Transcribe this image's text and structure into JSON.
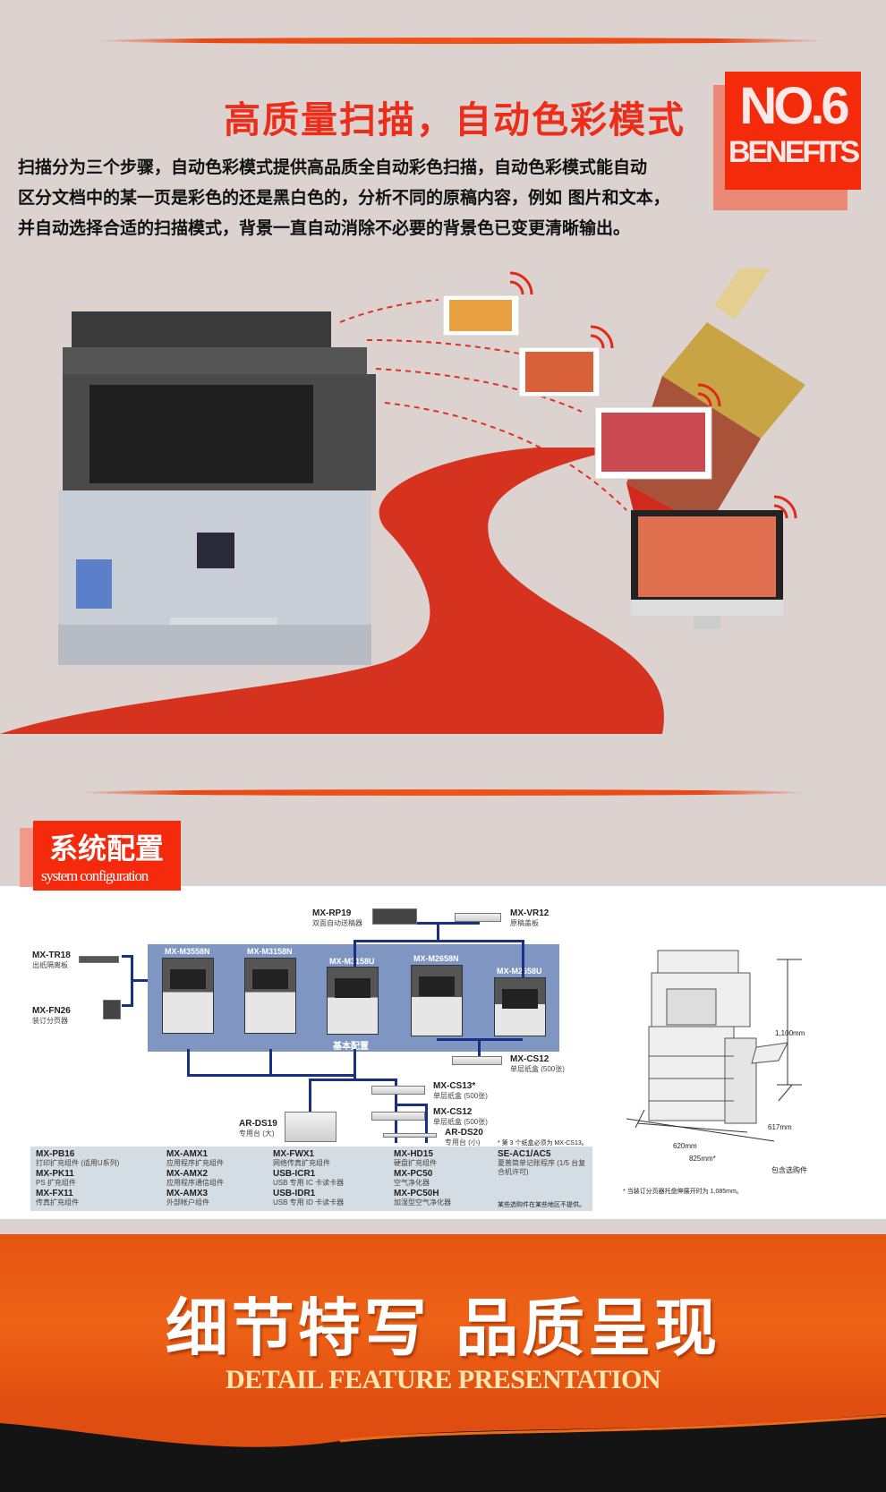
{
  "benefit": {
    "title": "高质量扫描，自动色彩模式",
    "badge_number": "NO.6",
    "badge_label": "BENEFITS",
    "description": [
      "扫描分为三个步骤，自动色彩模式提供高品质全自动彩色扫描，自动色彩模式能自动",
      "区分文档中的某一页是彩色的还是黑白色的，分析不同的原稿内容，例如 图片和文本，",
      "并自动选择合适的扫描模式，背景一直自动消除不必要的背景色已变更清晰输出。"
    ]
  },
  "config": {
    "title": "系统配置",
    "subtitle": "system configuration",
    "top_options": [
      {
        "model": "MX-RP19",
        "desc": "双面自动送稿器"
      },
      {
        "model": "MX-VR12",
        "desc": "原稿盖板"
      }
    ],
    "left_options": [
      {
        "model": "MX-TR18",
        "desc": "出纸隔离板"
      },
      {
        "model": "MX-FN26",
        "desc": "装订分页器"
      }
    ],
    "models": [
      "MX-M3558N",
      "MX-M3158N",
      "MX-M3158U",
      "MX-M2658N",
      "MX-M2658U"
    ],
    "panel_label": "基本配置",
    "bottom_options": [
      {
        "model": "MX-CS12",
        "desc": "单层纸盒 (500张)"
      },
      {
        "model": "MX-CS13*",
        "desc": "单层纸盒 (500张)"
      },
      {
        "model": "MX-CS12",
        "desc": "单层纸盒 (500张)"
      },
      {
        "model": "AR-DS19",
        "desc": "专用台 (大)"
      },
      {
        "model": "AR-DS20",
        "desc": "专用台 (小)"
      }
    ],
    "note_cs13": "* 第 3 个纸盒必须为 MX-CS13。",
    "accessories": [
      [
        {
          "model": "MX-PB16",
          "desc": "打印扩充组件 (适用U系列)"
        },
        {
          "model": "MX-PK11",
          "desc": "PS 扩充组件"
        },
        {
          "model": "MX-FX11",
          "desc": "传真扩充组件"
        }
      ],
      [
        {
          "model": "MX-AMX1",
          "desc": "应用程序扩充组件"
        },
        {
          "model": "MX-AMX2",
          "desc": "应用程序通信组件"
        },
        {
          "model": "MX-AMX3",
          "desc": "外部帐户组件"
        }
      ],
      [
        {
          "model": "MX-FWX1",
          "desc": "网络传真扩充组件"
        },
        {
          "model": "USB-ICR1",
          "desc": "USB 专用 IC 卡读卡器"
        },
        {
          "model": "USB-IDR1",
          "desc": "USB 专用 ID 卡读卡器"
        }
      ],
      [
        {
          "model": "MX-HD15",
          "desc": "硬盘扩充组件"
        },
        {
          "model": "MX-PC50",
          "desc": "空气净化器"
        },
        {
          "model": "MX-PC50H",
          "desc": "加湿型空气净化器"
        }
      ],
      [
        {
          "model": "SE-AC1/AC5",
          "desc": "夏普简单记账程序 (1/5 台复合机许可)"
        }
      ]
    ],
    "note_region": "某些选购件在某些地区不提供。",
    "dimensions": {
      "height": "1,100mm",
      "depth": "617mm",
      "width": "620mm",
      "width_full": "825mm*",
      "includes": "包含选购件",
      "footnote": "* 当装订分页器托盘伸展开时为 1,085mm。"
    }
  },
  "detail": {
    "title": "细节特写 品质呈现",
    "subtitle": "DETAIL FEATURE PRESENTATION"
  },
  "colors": {
    "accent": "#f42b0a",
    "orange": "#e8591a",
    "panel": "#8096c2"
  }
}
